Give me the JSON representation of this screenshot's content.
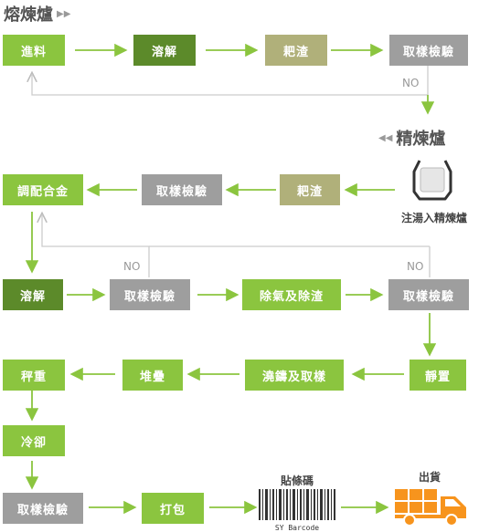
{
  "titles": {
    "melting": "熔煉爐",
    "refining": "精煉爐"
  },
  "boxes": {
    "b1": "進料",
    "b2": "溶解",
    "b3": "耙渣",
    "b4": "取樣檢驗",
    "b5": "調配合金",
    "b6": "取樣檢驗",
    "b7": "耙渣",
    "b8": "溶解",
    "b9": "取樣檢驗",
    "b10": "除氣及除渣",
    "b11": "取樣檢驗",
    "b12": "秤重",
    "b13": "堆疊",
    "b14": "澆鑄及取樣",
    "b15": "靜置",
    "b16": "冷卻",
    "b17": "取樣檢驗",
    "b18": "打包"
  },
  "labels": {
    "pour": "注湯入精煉爐",
    "barcode_title": "貼條碼",
    "barcode_text": "SY Barcode",
    "ship": "出貨",
    "no": "NO"
  },
  "colors": {
    "light_green": "#8bc53f",
    "dark_green": "#5c8a2a",
    "olive": "#b0b07a",
    "gray": "#9e9e9e",
    "arrow": "#8bc53f",
    "truck": "#f7941d"
  }
}
